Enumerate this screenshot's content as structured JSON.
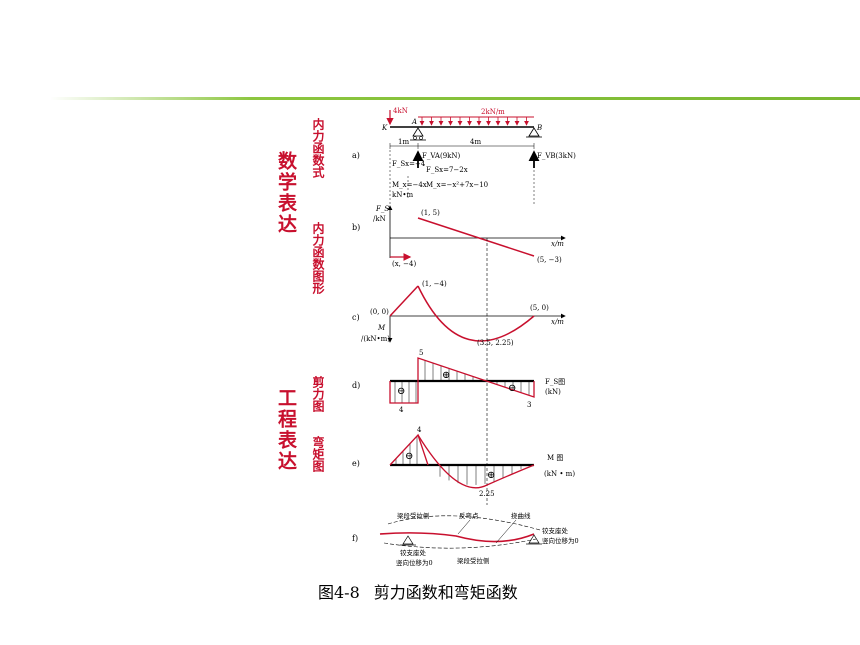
{
  "side_labels": {
    "math_expression": "数学表达",
    "internal_force_function": "内力函数式",
    "internal_force_graph": "内力函数图形",
    "engineering_expression": "工程表达",
    "shear_diagram": "剪力图",
    "moment_diagram": "弯矩图"
  },
  "panel_a": {
    "tag": "a)",
    "point_load": "4kN",
    "dist_load": "2kN/m",
    "pt_k": "K",
    "pt_a": "A",
    "pt_b": "B",
    "span_1": "1m",
    "span_2": "4m",
    "reaction_a": "F_VA(9kN)",
    "reaction_b": "F_VB(3kN)",
    "fs_left": "F_Sx=−4",
    "fs_right": "F_Sx=7−2x",
    "m_left": "M_x=−4x",
    "m_left_unit": "kN•m",
    "m_right": "M_x=−x²+7x−10"
  },
  "panel_b": {
    "tag": "b)",
    "y_label": "F_S",
    "y_unit": "/kN",
    "x_label": "x/m",
    "pt_start": "(1, 5)",
    "pt_end": "(5, −3)",
    "pt_left": "(x, −4)"
  },
  "panel_c": {
    "tag": "c)",
    "pt_origin": "(0, 0)",
    "pt_peak": "(1, −4)",
    "pt_end": "(5, 0)",
    "pt_min": "(3.5, 2.25)",
    "x_label": "x/m",
    "y_label": "M",
    "y_unit": "/(kN•m)"
  },
  "panel_d": {
    "tag": "d)",
    "val_top": "5",
    "val_left": "4",
    "val_right": "3",
    "diagram_label": "F_S图",
    "unit": "(kN)"
  },
  "panel_e": {
    "tag": "e)",
    "val_peak": "4",
    "val_min": "2.25",
    "diagram_label": "M 图",
    "unit": "(kN • m)"
  },
  "panel_f": {
    "tag": "f)",
    "label_tension_top": "梁段受拉侧",
    "label_inflection": "反弯点",
    "label_deflection": "挠曲线",
    "label_support_right_1": "铰支座处",
    "label_support_right_2": "竖向位移为0",
    "label_support_left_1": "铰支座处",
    "label_support_left_2": "竖向位移为0",
    "label_tension_bottom": "梁段受拉侧"
  },
  "sign_plus": "⊕",
  "sign_minus": "⊖",
  "caption": {
    "number": "图4-8",
    "title": "剪力函数和弯矩函数"
  },
  "colors": {
    "curve": "#c8102e",
    "accent_line": "#8cc63f",
    "text": "#000000"
  }
}
